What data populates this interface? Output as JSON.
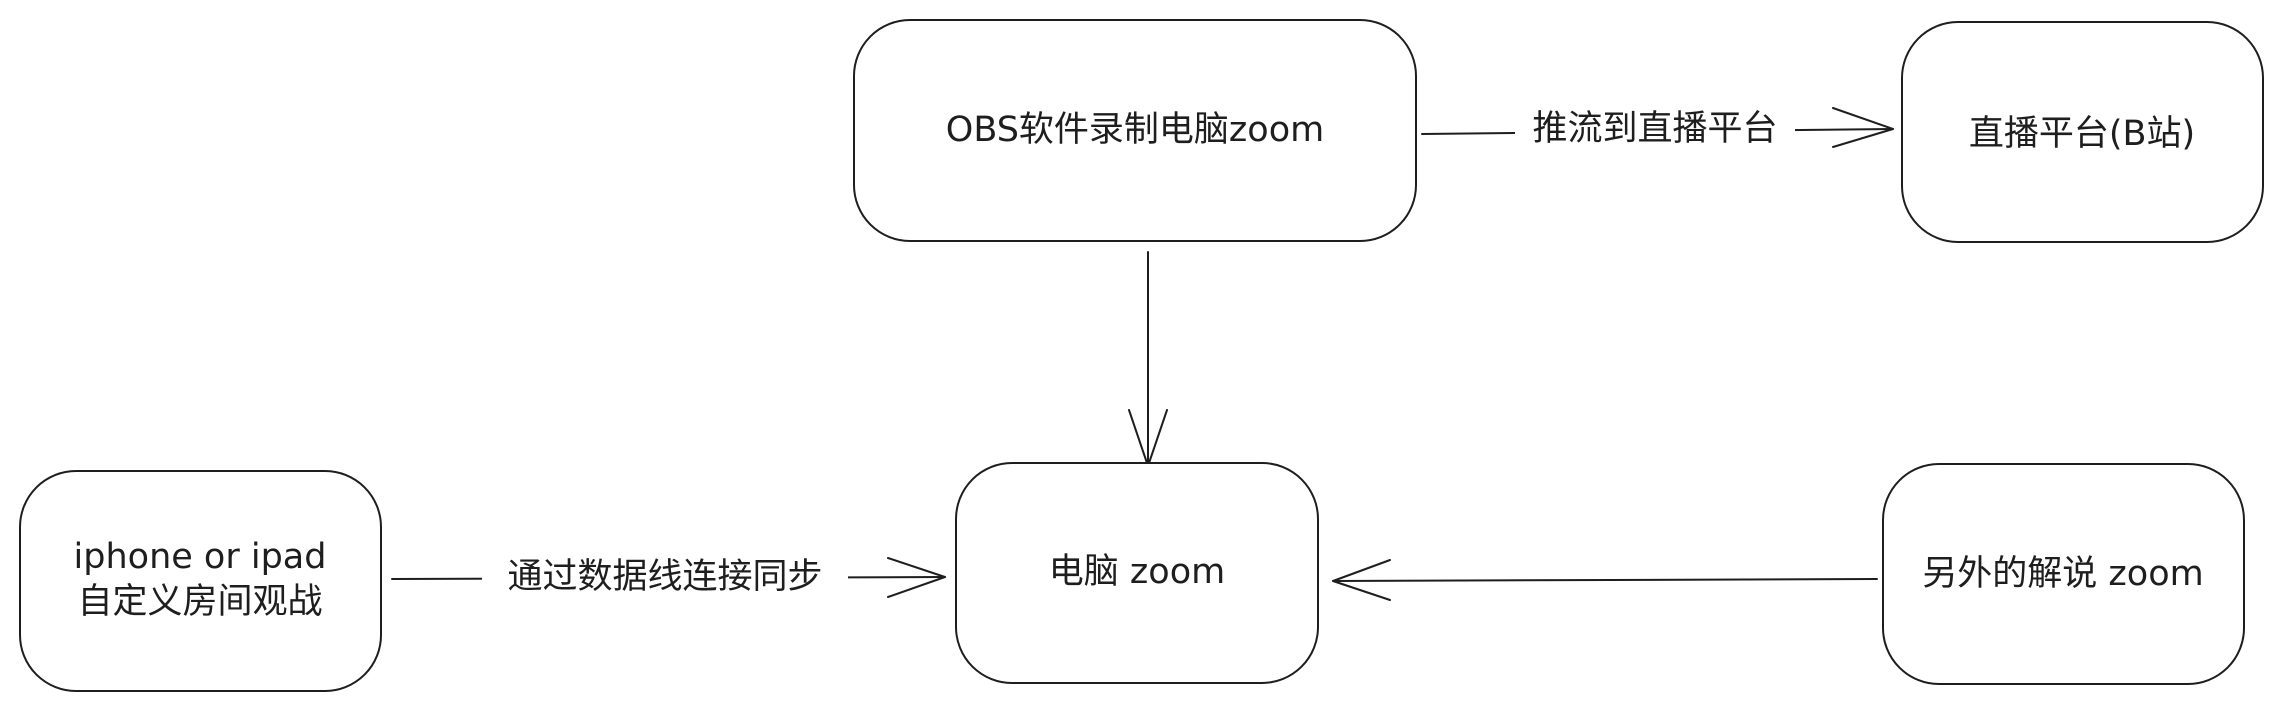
{
  "nodes": {
    "obs": {
      "text": "OBS软件录制电脑zoom"
    },
    "live": {
      "text": "直播平台(B站)"
    },
    "pc": {
      "text": "电脑 zoom"
    },
    "ios_line1": {
      "text": "iphone or ipad"
    },
    "ios_line2": {
      "text": "自定义房间观战"
    },
    "commentary": {
      "text": "另外的解说 zoom"
    }
  },
  "edges": {
    "push": {
      "label": "推流到直播平台"
    },
    "sync": {
      "label": "通过数据线连接同步"
    }
  }
}
